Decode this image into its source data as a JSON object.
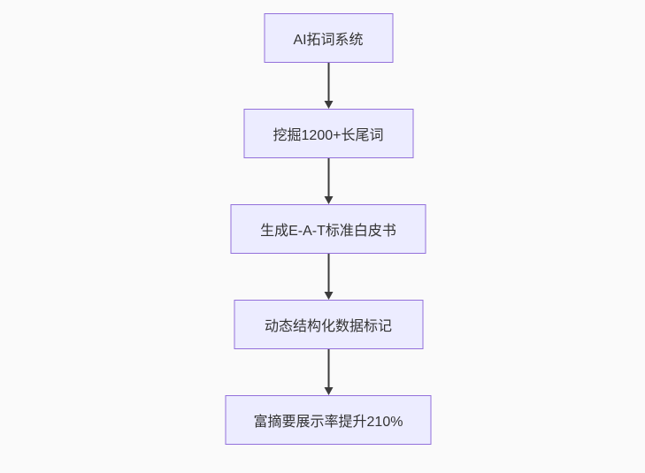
{
  "diagram": {
    "type": "flowchart",
    "direction": "top-down",
    "nodes": [
      {
        "id": "n1",
        "label": "AI拓词系统"
      },
      {
        "id": "n2",
        "label": "挖掘1200+长尾词"
      },
      {
        "id": "n3",
        "label": "生成E-A-T标准白皮书"
      },
      {
        "id": "n4",
        "label": "动态结构化数据标记"
      },
      {
        "id": "n5",
        "label": "富摘要展示率提升210%"
      }
    ],
    "edges": [
      {
        "from": "n1",
        "to": "n2",
        "arrow": "down"
      },
      {
        "from": "n2",
        "to": "n3",
        "arrow": "down"
      },
      {
        "from": "n3",
        "to": "n4",
        "arrow": "down"
      },
      {
        "from": "n4",
        "to": "n5",
        "arrow": "down"
      }
    ],
    "colors": {
      "background": "#fafafa",
      "node_fill": "#ececff",
      "node_border": "#9370db",
      "arrow": "#3b3b3b",
      "text": "#333333"
    }
  }
}
